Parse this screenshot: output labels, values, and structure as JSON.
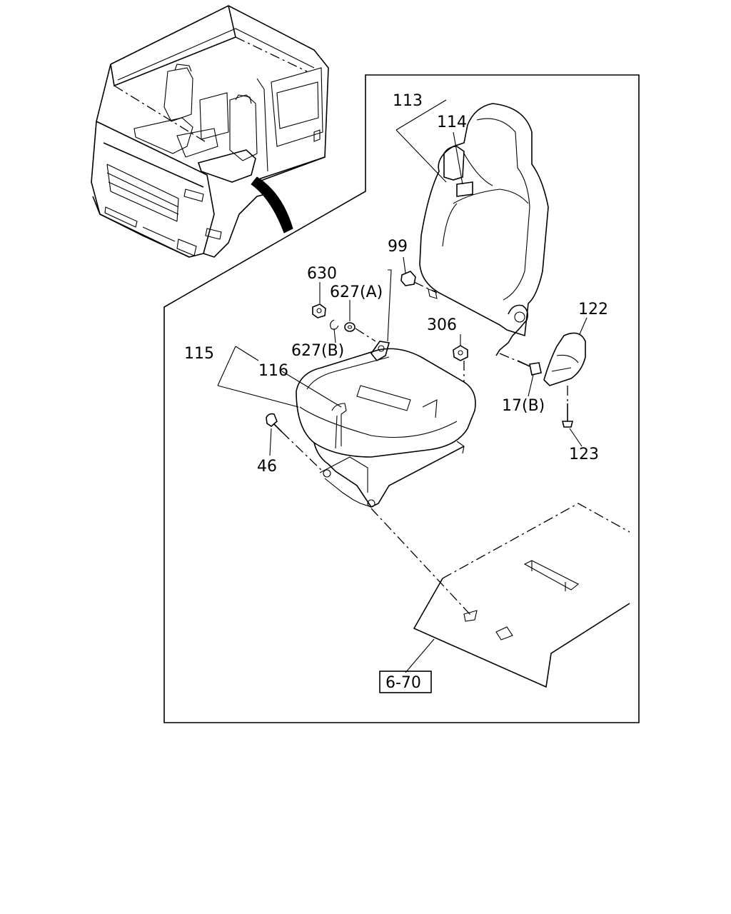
{
  "callouts": {
    "c113": "113",
    "c114": "114",
    "c99": "99",
    "c630": "630",
    "c627a": "627(A)",
    "c627b": "627(B)",
    "c306": "306",
    "c122": "122",
    "c115": "115",
    "c116": "116",
    "c17b": "17(B)",
    "c46": "46",
    "c123": "123"
  },
  "reference_box": {
    "label": "6-70"
  }
}
